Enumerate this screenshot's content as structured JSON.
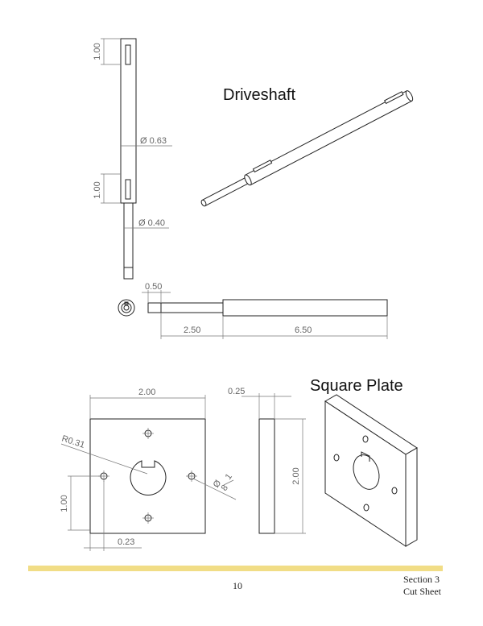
{
  "driveshaft": {
    "title": "Driveshaft",
    "dims": {
      "key_len_top": "1.00",
      "key_len_bottom": "1.00",
      "dia_large": "Ø 0.63",
      "dia_small": "Ø 0.40",
      "step_len": "0.50",
      "small_len": "2.50",
      "large_len": "6.50"
    }
  },
  "square_plate": {
    "title": "Square Plate",
    "dims": {
      "width": "2.00",
      "thickness": "0.25",
      "height": "2.00",
      "radius": "R0.31",
      "hole_dia_symbol": "Ø",
      "hole_dia_frac_num": "1",
      "hole_dia_frac_den": "8",
      "hole_spacing": "1.00",
      "offset": "0.23"
    }
  },
  "footer": {
    "page_number": "10",
    "section": "Section 3",
    "subtitle": "Cut Sheet"
  }
}
